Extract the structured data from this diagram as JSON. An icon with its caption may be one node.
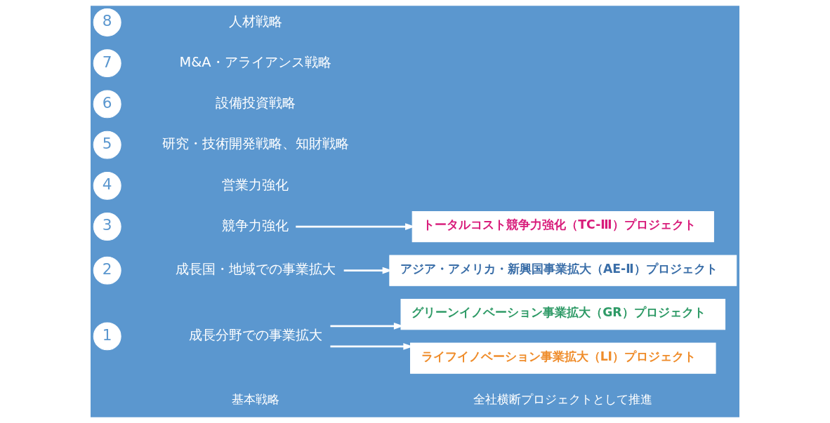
{
  "diagram": {
    "nodes": [
      {
        "text": [
          "1"
        ]
      },
      {
        "text": [
          "成長分野での事業拡大"
        ]
      },
      {
        "text": [
          "2"
        ]
      },
      {
        "text": [
          "成長国・地域での事業拡大"
        ]
      },
      {
        "text": [
          "3"
        ]
      },
      {
        "text": [
          "競争力強化"
        ]
      },
      {
        "text": [
          "4"
        ]
      },
      {
        "text": [
          "営業力強化"
        ]
      },
      {
        "text": [
          "5"
        ]
      },
      {
        "text": [
          "研究・技術開発戦略、知財戦略"
        ]
      },
      {
        "text": [
          "6"
        ]
      },
      {
        "text": [
          "設備投資戦略"
        ]
      },
      {
        "text": [
          "7"
        ]
      },
      {
        "text": [
          "M&A・アライアンス戦略"
        ]
      },
      {
        "text": [
          "8"
        ]
      },
      {
        "text": [
          "人材戦略"
        ]
      },
      {
        "text": [
          "グリーンイノベーション事業拡大（GR）プロジェクト"
        ]
      },
      {
        "text": [
          "ライフイノベーション事業拡大（LI）プロジェクト"
        ]
      },
      {
        "text": [
          "アジア・アメリカ・新興国事業拡大（AE-Ⅱ）プロジェクト"
        ]
      },
      {
        "text": [
          "トータルコスト競争力強化（TC-Ⅲ）プロジェクト"
        ]
      }
    ],
    "edges": [
      {
        "from": 1,
        "to": 16,
        "arrow": "to"
      },
      {
        "from": 1,
        "to": 17,
        "arrow": "to"
      },
      {
        "from": 3,
        "to": 18,
        "arrow": "to"
      },
      {
        "from": 5,
        "to": 19,
        "arrow": "to"
      }
    ],
    "labels": [
      "基本戦略",
      "全社横断プロジェクトとして推進"
    ]
  }
}
